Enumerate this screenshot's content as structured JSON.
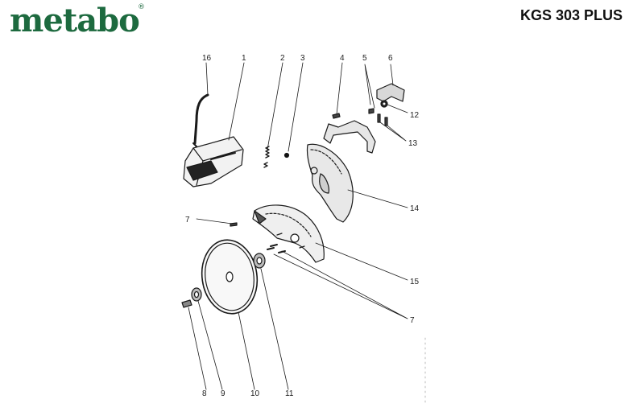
{
  "header": {
    "brand": "metabo",
    "registered_mark": "®",
    "model": "KGS 303 PLUS"
  },
  "callouts": {
    "c16": "16",
    "c1": "1",
    "c2": "2",
    "c3": "3",
    "c4": "4",
    "c5": "5",
    "c6": "6",
    "c12": "12",
    "c13": "13",
    "c14": "14",
    "c7a": "7",
    "c15": "15",
    "c7b": "7",
    "c8": "8",
    "c9": "9",
    "c10": "10",
    "c11": "11"
  }
}
